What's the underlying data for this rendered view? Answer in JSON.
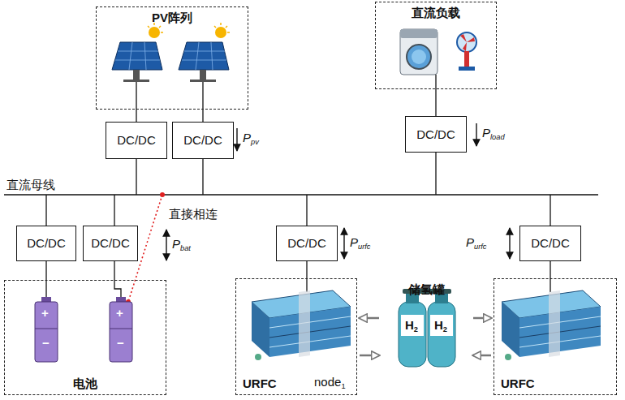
{
  "diagram": {
    "nodes": [
      {
        "text": [
          "PV阵列"
        ]
      },
      {
        "text": [
          "DC/DC"
        ]
      },
      {
        "text": [
          "DC/DC"
        ]
      },
      {
        "text": [
          "直流负载"
        ]
      },
      {
        "text": [
          "DC/DC"
        ]
      },
      {
        "text": [
          "DC/DC"
        ]
      },
      {
        "text": [
          "DC/DC"
        ]
      },
      {
        "text": [
          "DC/DC"
        ]
      },
      {
        "text": [
          "DC/DC"
        ]
      },
      {
        "text": [
          "电池"
        ]
      },
      {
        "text": [
          "URFC",
          "node1"
        ]
      },
      {
        "text": [
          "储氢罐"
        ]
      },
      {
        "text": [
          "URFC"
        ]
      }
    ],
    "edges": [
      {
        "from": 0,
        "to": 1,
        "arrow": "none"
      },
      {
        "from": 0,
        "to": 2,
        "arrow": "none"
      },
      {
        "from": 3,
        "to": 4,
        "arrow": "none"
      },
      {
        "from": 9,
        "to": 5,
        "arrow": "none"
      },
      {
        "from": 9,
        "to": 6,
        "arrow": "none"
      },
      {
        "from": 10,
        "to": 7,
        "arrow": "none"
      },
      {
        "from": 12,
        "to": 8,
        "arrow": "none"
      },
      {
        "from": 11,
        "to": 10,
        "arrow": "to"
      },
      {
        "from": 10,
        "to": 11,
        "arrow": "to"
      },
      {
        "from": 11,
        "to": 12,
        "arrow": "to"
      },
      {
        "from": 12,
        "to": 11,
        "arrow": "to"
      }
    ],
    "labels": [
      "直流母线",
      "直接相连",
      "Ppv",
      "Pload",
      "Pbat",
      "Purfc",
      "Purfc",
      "H2",
      "H2",
      "+",
      "−",
      "+",
      "−"
    ]
  }
}
